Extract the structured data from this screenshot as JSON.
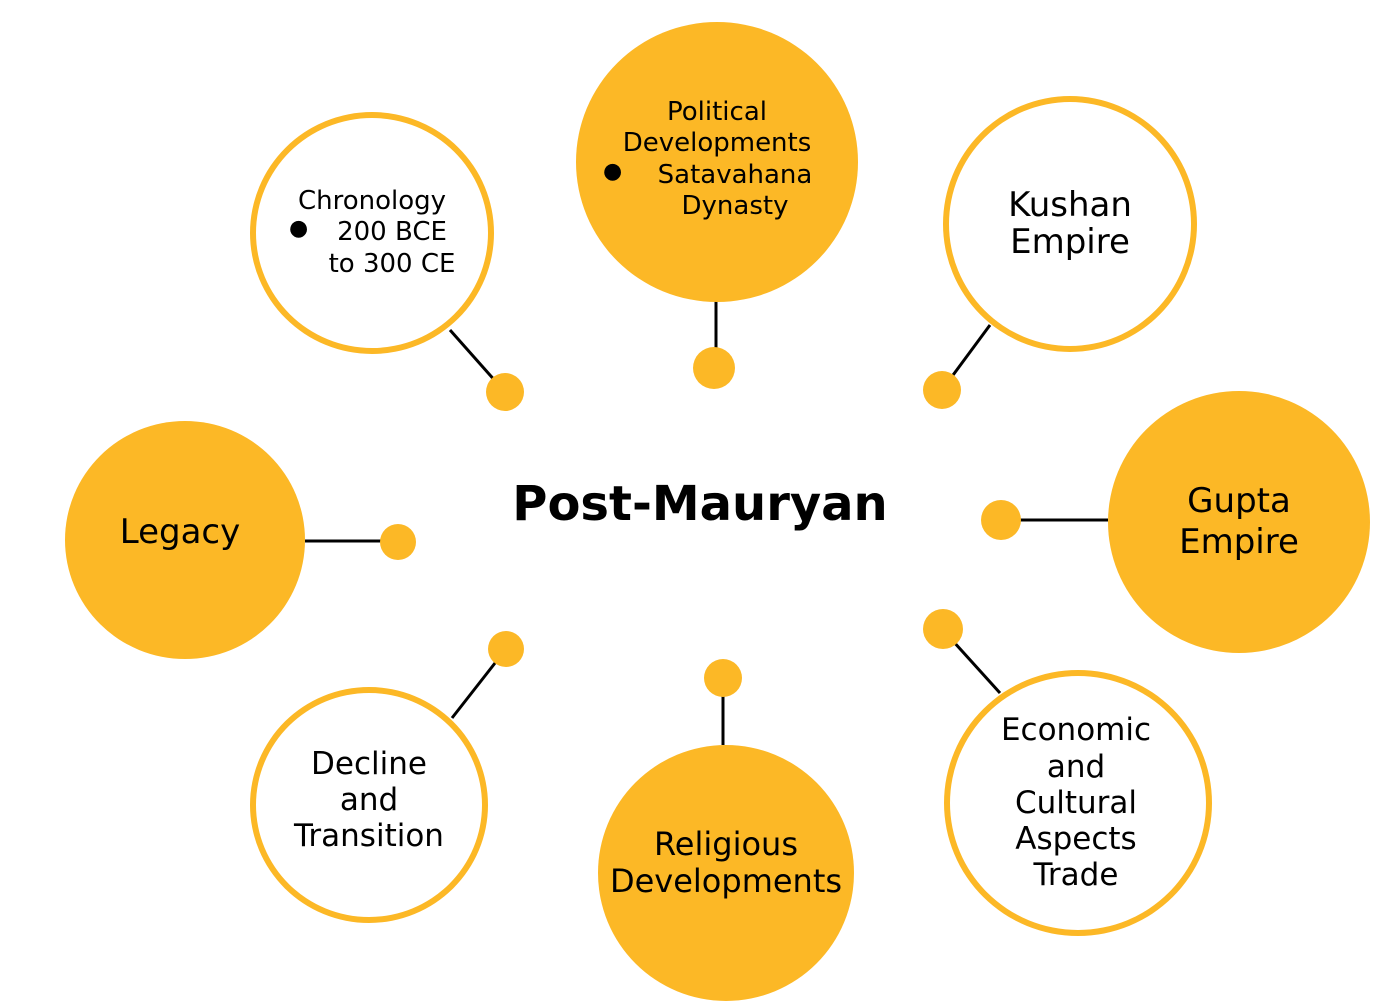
{
  "center": {
    "title": "Post-Mauryan"
  },
  "nodes": {
    "chronology": {
      "title": "Chronology",
      "bullets": [
        "200 BCE to 300 CE"
      ],
      "style": "outline"
    },
    "political": {
      "title": "Political Developments",
      "bullets": [
        "Satavahana Dynasty"
      ],
      "style": "filled"
    },
    "kushan": {
      "lines": [
        "Kushan",
        "Empire"
      ],
      "style": "outline"
    },
    "gupta": {
      "lines": [
        "Gupta",
        "Empire"
      ],
      "style": "filled"
    },
    "economic": {
      "lines": [
        "Economic",
        "and",
        "Cultural",
        "Aspects",
        "Trade"
      ],
      "style": "outline"
    },
    "religious": {
      "lines": [
        "Religious",
        "Developments"
      ],
      "style": "filled"
    },
    "decline": {
      "lines": [
        "Decline",
        "and",
        "Transition"
      ],
      "style": "outline"
    },
    "legacy": {
      "lines": [
        "Legacy"
      ],
      "style": "filled"
    }
  },
  "colors": {
    "accent": "#FCB826",
    "connector": "#000000",
    "background": "#FFFFFF"
  }
}
